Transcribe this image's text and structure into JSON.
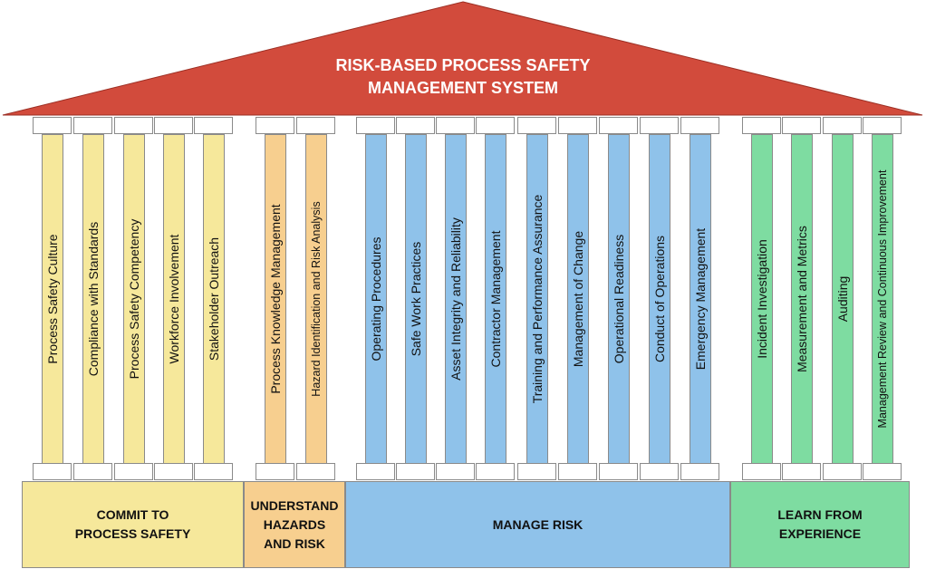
{
  "title": {
    "line1": "RISK-BASED PROCESS SAFETY",
    "line2": "MANAGEMENT SYSTEM"
  },
  "colors": {
    "roof": "#d24b3c",
    "commit": "#f6e89b",
    "understand": "#f7cf8f",
    "manage": "#8fc2ea",
    "learn": "#7edca1"
  },
  "groups": [
    {
      "key": "commit",
      "label": "COMMIT TO\nPROCESS SAFETY",
      "pillars": [
        "Process Safety Culture",
        "Compliance with Standards",
        "Process Safety Competency",
        "Workforce Involvement",
        "Stakeholder Outreach"
      ]
    },
    {
      "key": "understand",
      "label": "UNDERSTAND\nHAZARDS\nAND RISK",
      "pillars": [
        "Process Knowledge Management",
        "Hazard Identification and Risk Analysis"
      ]
    },
    {
      "key": "manage",
      "label": "MANAGE RISK",
      "pillars": [
        "Operating Procedures",
        "Safe Work Practices",
        "Asset Integrity and Reliability",
        "Contractor Management",
        "Training and Performance Assurance",
        "Management of Change",
        "Operational Readiness",
        "Conduct of Operations",
        "Emergency Management"
      ]
    },
    {
      "key": "learn",
      "label": "LEARN FROM\nEXPERIENCE",
      "pillars": [
        "Incident Investigation",
        "Measurement and Metrics",
        "Auditing",
        "Management Review and Continuous Improvement"
      ]
    }
  ]
}
